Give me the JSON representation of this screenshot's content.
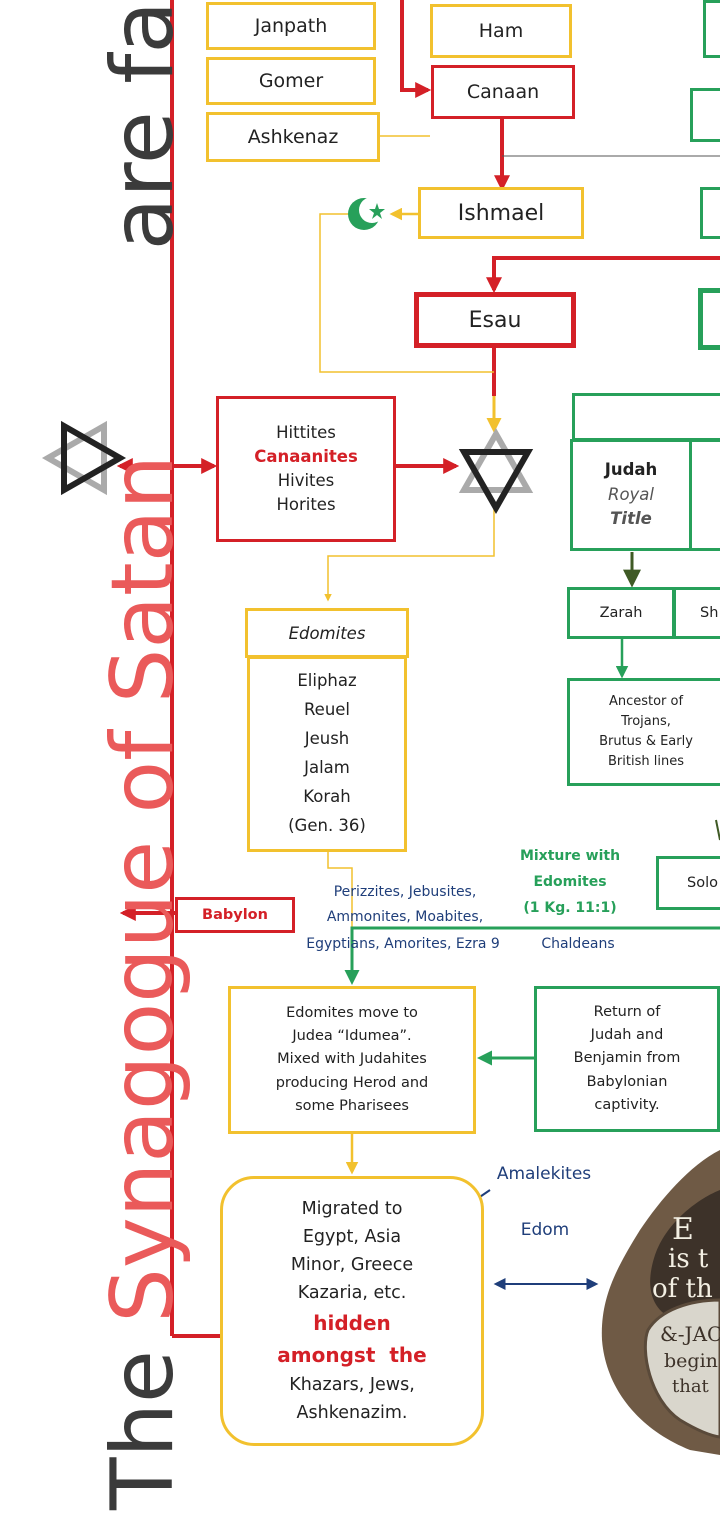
{
  "left_title": {
    "part1": "The",
    "part2": "Synagogue of Satan",
    "part3": "are false Isr"
  },
  "boxes": {
    "janpath": "Janpath",
    "gomer": "Gomer",
    "ashkenaz": "Ashkenaz",
    "ham": "Ham",
    "canaan": "Canaan",
    "ishmael": "Ishmael",
    "esau": "Esau",
    "nations": {
      "l1": "Hittites",
      "l2": "Canaanites",
      "l3": "Hivites",
      "l4": "Horites"
    },
    "edomites": {
      "header": "Edomites",
      "l1": "Eliphaz",
      "l2": "Reuel",
      "l3": "Jeush",
      "l4": "Jalam",
      "l5": "Korah",
      "l6": "(Gen. 36)"
    },
    "babylon": "Babylon",
    "judah": {
      "l1": "Judah",
      "l2": "Royal",
      "l3": "Title"
    },
    "zarah": "Zarah",
    "sh": "Sh",
    "ancestor": {
      "l1": "Ancestor of",
      "l2": "Trojans,",
      "l3": "Brutus & Early",
      "l4": "British lines"
    },
    "solo": "Solo",
    "idumea": {
      "l1": "Edomites move to",
      "l2": "Judea “Idumea”.",
      "l3": "Mixed with Judahites",
      "l4": "producing Herod and",
      "l5": "some Pharisees"
    },
    "return": {
      "l1": "Return of",
      "l2": "Judah and",
      "l3": "Benjamin from",
      "l4": "Babylonian",
      "l5": "captivity."
    },
    "migrated": {
      "l1": "Migrated to",
      "l2": "Egypt, Asia",
      "l3": "Minor, Greece",
      "l4": "Kazaria, etc.",
      "l5": "hidden",
      "l6": "amongst  the",
      "l7": "Khazars, Jews,",
      "l8": "Ashkenazim."
    }
  },
  "labels": {
    "peoples1": "Perizzites, Jebusites,",
    "peoples2": "Ammonites, Moabites,",
    "peoples3": "Egyptians, Amorites, Ezra 9",
    "chaldeans": "Chaldeans",
    "mixture1": "Mixture with",
    "mixture2": "Edomites",
    "mixture3": "(1 Kg. 11:1)",
    "amalekites": "Amalekites",
    "edom": "Edom"
  },
  "image_text": {
    "l1": "E",
    "l2": "is t",
    "l3": "of th",
    "l4": "&-JAC",
    "l5": "begin",
    "l6": "that"
  },
  "colors": {
    "red": "#d42027",
    "yellow": "#f2c12e",
    "green": "#27a05a",
    "navy": "#1f3e7a",
    "olive": "#3f5a25"
  }
}
